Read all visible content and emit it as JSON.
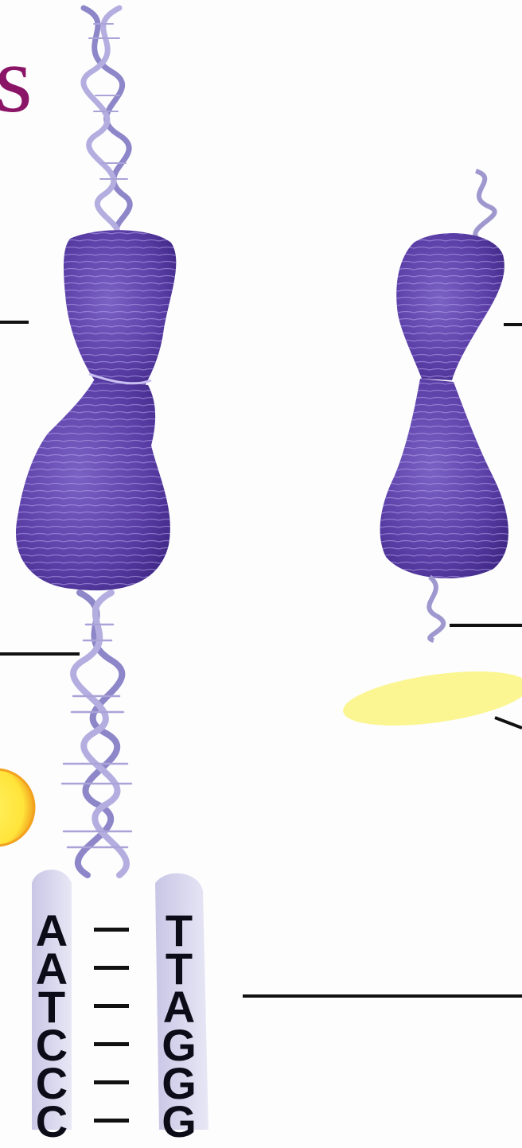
{
  "title_fragment": "s",
  "colors": {
    "title": "#8a1466",
    "chromatin": "#5a3ea6",
    "chromatin_dark": "#3d2684",
    "dna_strand": "#8d86c8",
    "leader_line": "#111111",
    "highlight_yellow": "#faf57e",
    "highlight_orange": "#f2a21f"
  },
  "sequence": {
    "left_strand": [
      "A",
      "A",
      "T",
      "C",
      "C",
      "C"
    ],
    "right_strand": [
      "T",
      "T",
      "A",
      "G",
      "G",
      "G"
    ]
  }
}
